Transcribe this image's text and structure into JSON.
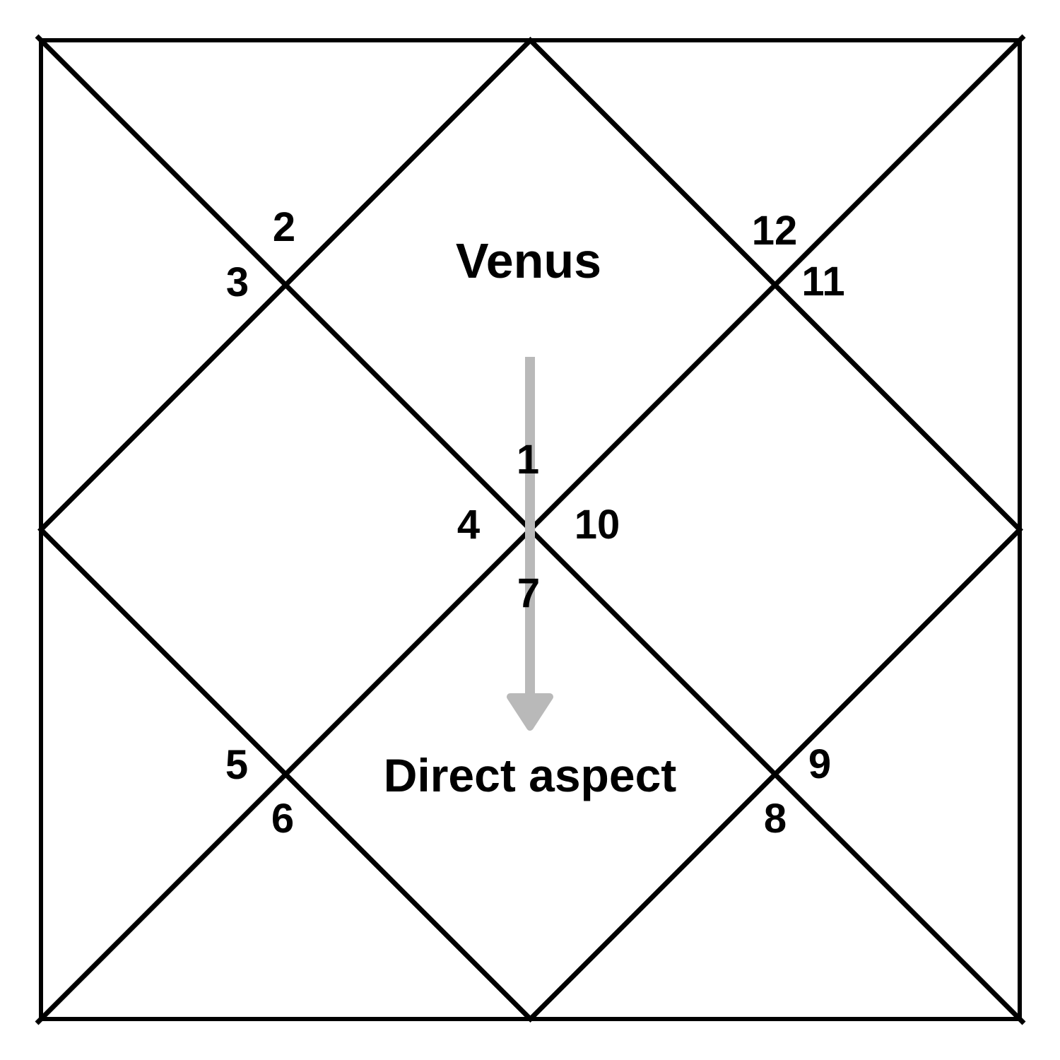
{
  "chart": {
    "planet_label": "Venus",
    "aspect_label": "Direct aspect",
    "house_numbers": [
      "1",
      "2",
      "3",
      "4",
      "5",
      "6",
      "7",
      "8",
      "9",
      "10",
      "11",
      "12"
    ]
  },
  "colors": {
    "line": "#000000",
    "arrow_gray": "#b9b9b9",
    "background": "#ffffff",
    "text": "#000000"
  }
}
